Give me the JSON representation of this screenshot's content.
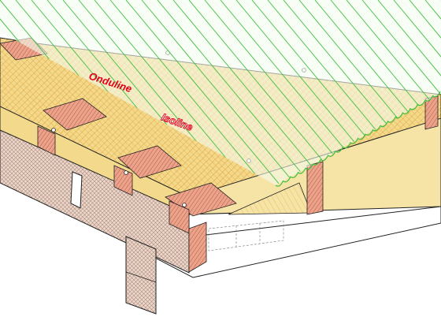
{
  "figure": {
    "kind": "roof construction cross-section",
    "colors": {
      "frame": "#5a5a5a",
      "background": "#ffffff",
      "sheet_line": "#3fbf3f",
      "sheet_fill": "#f4fbef",
      "insulation": "#f2d98c",
      "insulation_hatch": "#e6a23a",
      "rafter": "#e9a58c",
      "rafter_hatch": "#c0392b",
      "wall": "#ead8cc",
      "wall_hatch": "#b08a7a",
      "brand_red": "#e3001b",
      "outline": "#222222"
    }
  },
  "labels": {
    "brand_primary": "Onduline",
    "brand_secondary": "Isoline"
  }
}
